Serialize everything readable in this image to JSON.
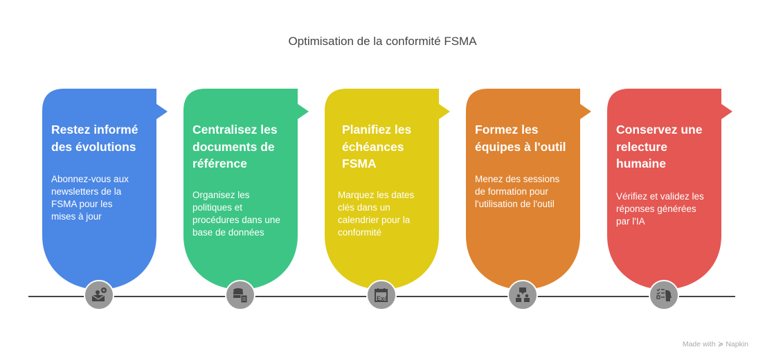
{
  "title": "Optimisation de la conformité FSMA",
  "steps": [
    {
      "title": "Restez informé\ndes évolutions",
      "body": "Abonnez-vous aux\nnewsletters de la\nFSMA pour les\nmises à jour",
      "color": "#4B87E4",
      "icon": "newsletter-subscribe-icon"
    },
    {
      "title": "Centralisez les\ndocuments de\nréférence",
      "body": "Organisez les\npolitiques et\nprocédures dans une\nbase de données",
      "color": "#3DC585",
      "icon": "database-document-icon"
    },
    {
      "title": "Planifiez les\néchéances\nFSMA",
      "body": "Marquez les dates\nclés dans un\ncalendrier pour la\nconformité",
      "color": "#E0CB16",
      "icon": "calendar-icon"
    },
    {
      "title": "Formez les\néquipes à l'outil",
      "body": "Menez des sessions\nde formation pour\nl'utilisation de l'outil",
      "color": "#DE8331",
      "icon": "training-team-icon"
    },
    {
      "title": "Conservez une\nrelecture\nhumaine",
      "body": "Vérifiez et validez les\nréponses générées\npar l'IA",
      "color": "#E45753",
      "icon": "human-review-checklist-icon"
    }
  ],
  "footer": "Made with ≽ Napkin"
}
